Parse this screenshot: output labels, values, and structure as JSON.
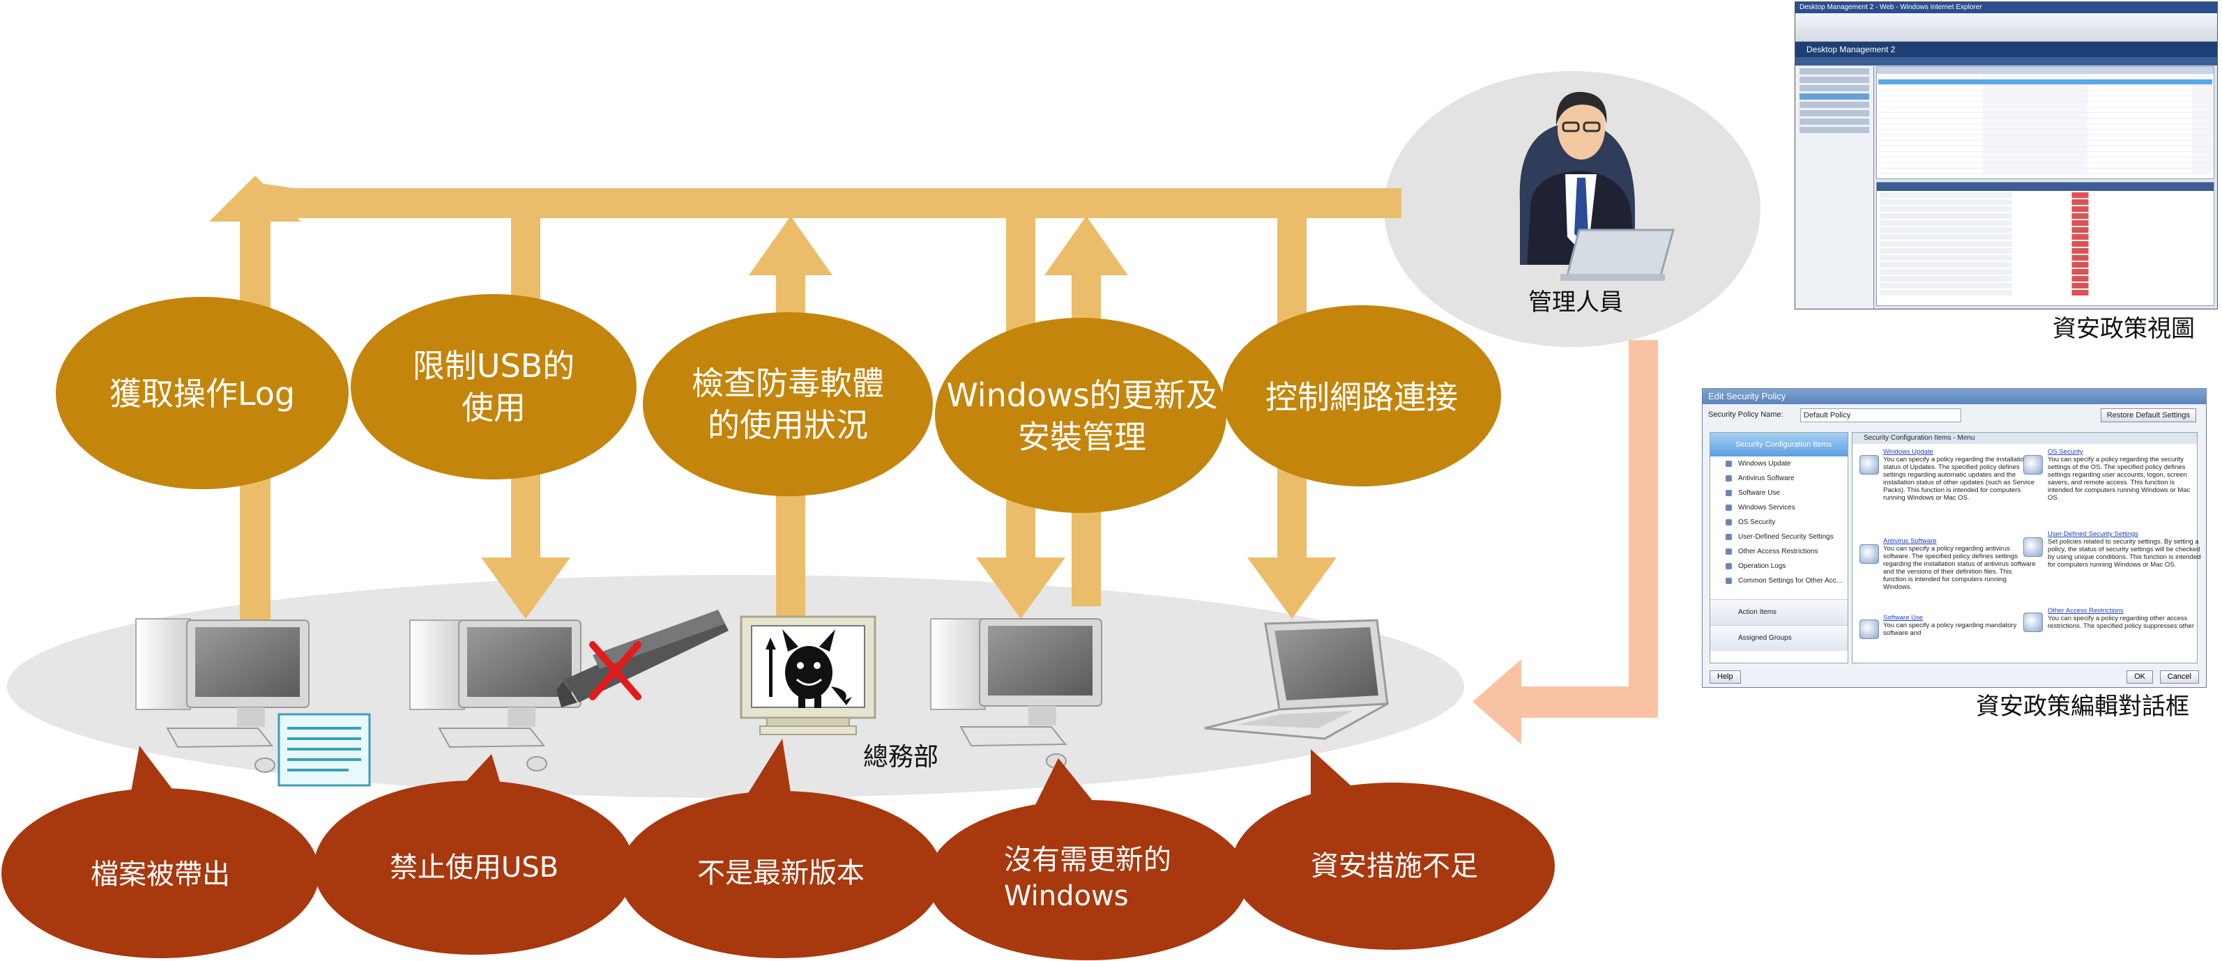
{
  "admin": {
    "label": "管理人員"
  },
  "functions": [
    {
      "id": "log",
      "label": "獲取操作Log"
    },
    {
      "id": "usb-limit",
      "label": "限制USB的\n使用"
    },
    {
      "id": "antivirus",
      "label": "檢查防毒軟體\n的使用狀況"
    },
    {
      "id": "windows-update",
      "label": "Windows的更新及\n安裝管理"
    },
    {
      "id": "network",
      "label": "控制網路連接"
    }
  ],
  "office": {
    "label": "總務部"
  },
  "problems": [
    {
      "id": "file-leak",
      "label": "檔案被帶出"
    },
    {
      "id": "usb-ban",
      "label": "禁止使用USB"
    },
    {
      "id": "outdated",
      "label": "不是最新版本"
    },
    {
      "id": "no-update",
      "label": "沒有需更新的\nWindows"
    },
    {
      "id": "insufficient",
      "label": "資安措施不足"
    }
  ],
  "captions": {
    "policy_view": "資安政策視圖",
    "policy_dialog": "資安政策編輯對話框"
  },
  "screenshot_view": {
    "title": "Desktop Management 2 - Web - Windows Internet Explorer",
    "app_title": "Desktop Management 2"
  },
  "screenshot_dialog": {
    "title": "Edit Security Policy",
    "name_label": "Security Policy Name:",
    "name_value": "Default Policy",
    "restore_button": "Restore Default Settings",
    "left_header": "Security Configuration Items",
    "left_items": [
      "Windows Update",
      "Antivirus Software",
      "Software Use",
      "Windows Services",
      "OS Security",
      "User-Defined Security Settings",
      "Other Access Restrictions",
      "Operation Logs",
      "Common Settings for Other Acc..."
    ],
    "left_sections": [
      "Action Items",
      "Assigned Groups"
    ],
    "right_header": "Security Configuration Items - Menu",
    "cells": [
      {
        "title": "Windows Update",
        "text": "You can specify a policy regarding the installation status of Updates. The specified policy defines settings regarding automatic updates and the installation status of other updates (such as Service Packs). This function is intended for computers running Windows or Mac OS."
      },
      {
        "title": "OS Security",
        "text": "You can specify a policy regarding the security settings of the OS. The specified policy defines settings regarding user accounts, logon, screen savers, and remote access. This function is intended for computers running Windows or Mac OS."
      },
      {
        "title": "Antivirus Software",
        "text": "You can specify a policy regarding antivirus software. The specified policy defines settings regarding the installation status of antivirus software and the versions of their definition files. This function is intended for computers running Windows."
      },
      {
        "title": "User-Defined Security Settings",
        "text": "Set policies related to security settings. By setting a policy, the status of security settings will be checked by using unique conditions. This function is intended for computers running Windows or Mac OS."
      },
      {
        "title": "Software Use",
        "text": "You can specify a policy regarding mandatory software and"
      },
      {
        "title": "Other Access Restrictions",
        "text": "You can specify a policy regarding other access restrictions. The specified policy suppresses other"
      }
    ],
    "help_button": "Help",
    "ok_button": "OK",
    "cancel_button": "Cancel"
  },
  "colors": {
    "function_fill": "#c4850c",
    "function_arrow": "#ebbd6a",
    "problem_fill": "#a8380e",
    "admin_arrow": "#f9c2a3",
    "office_ellipse": "#e6e6e6",
    "admin_ellipse": "#e3e3e3"
  }
}
